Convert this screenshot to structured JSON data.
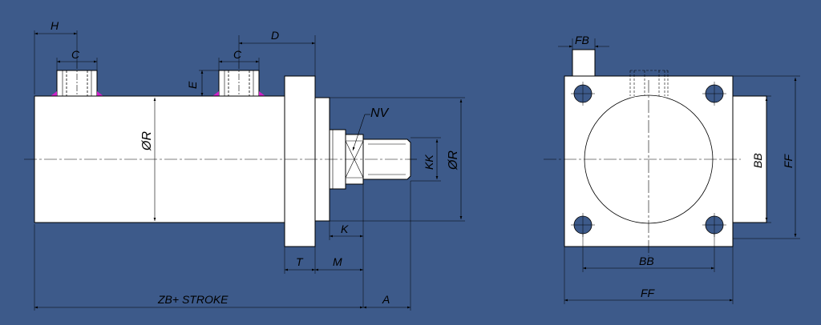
{
  "colors": {
    "background": "#3d5a8a",
    "part_fill": "#ffffff",
    "line": "#000000",
    "weld_mark": "#d020c8",
    "hole_fill": "#3d5a8a"
  },
  "side_view": {
    "labels": {
      "H": "H",
      "C_left": "C",
      "C_right": "C",
      "D": "D",
      "E": "E",
      "R_body": "ØR",
      "NV": "NV",
      "KK": "KK",
      "R_rod": "ØR",
      "K": "K",
      "T": "T",
      "M": "M",
      "ZB": "ZB+ STROKE",
      "A": "A"
    }
  },
  "end_view": {
    "labels": {
      "FB": "FB",
      "BB_vertical": "BB",
      "FF_vertical": "FF",
      "BB_horizontal": "BB",
      "FF_horizontal": "FF"
    }
  }
}
